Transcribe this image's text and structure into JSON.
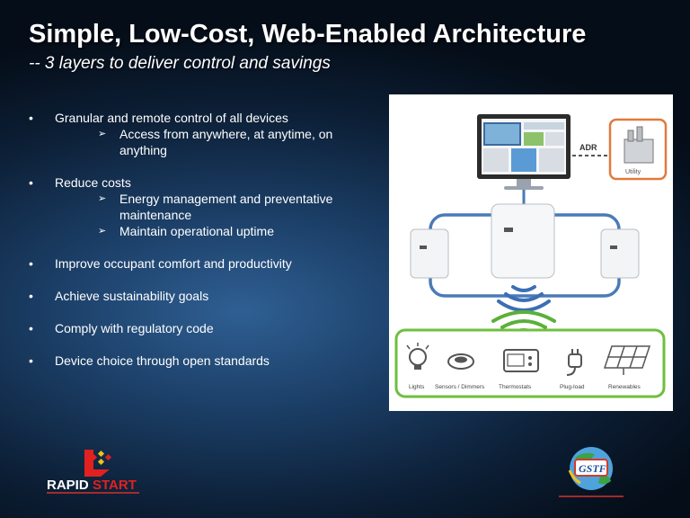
{
  "slide": {
    "title": "Simple, Low-Cost, Web-Enabled Architecture",
    "subtitle": "-- 3 layers to deliver control and savings"
  },
  "bullets": [
    {
      "text": "Granular and remote control of all devices",
      "subs": [
        "Access from anywhere, at anytime, on anything"
      ]
    },
    {
      "text": "Reduce costs",
      "subs": [
        "Energy management and preventative maintenance",
        "Maintain operational uptime"
      ]
    },
    {
      "text": "Improve occupant comfort and productivity",
      "subs": []
    },
    {
      "text": "Achieve sustainability goals",
      "subs": []
    },
    {
      "text": "Comply with regulatory code",
      "subs": []
    },
    {
      "text": "Device choice through open standards",
      "subs": []
    }
  ],
  "bullet_glyph": "•",
  "sub_glyph": "➢",
  "diagram": {
    "adr_label": "ADR",
    "utility_label": "Utility",
    "devices": [
      "Lights",
      "Sensors / Dimmers",
      "Thermostats",
      "Plug-load",
      "Renewables"
    ],
    "colors": {
      "ring": "#4a7ab8",
      "devices_box": "#6fbf3e",
      "utility_box": "#e07a3c"
    }
  },
  "logos": {
    "left": {
      "name": "RAPIDSTART"
    },
    "right": {
      "name": "GSTF"
    }
  }
}
